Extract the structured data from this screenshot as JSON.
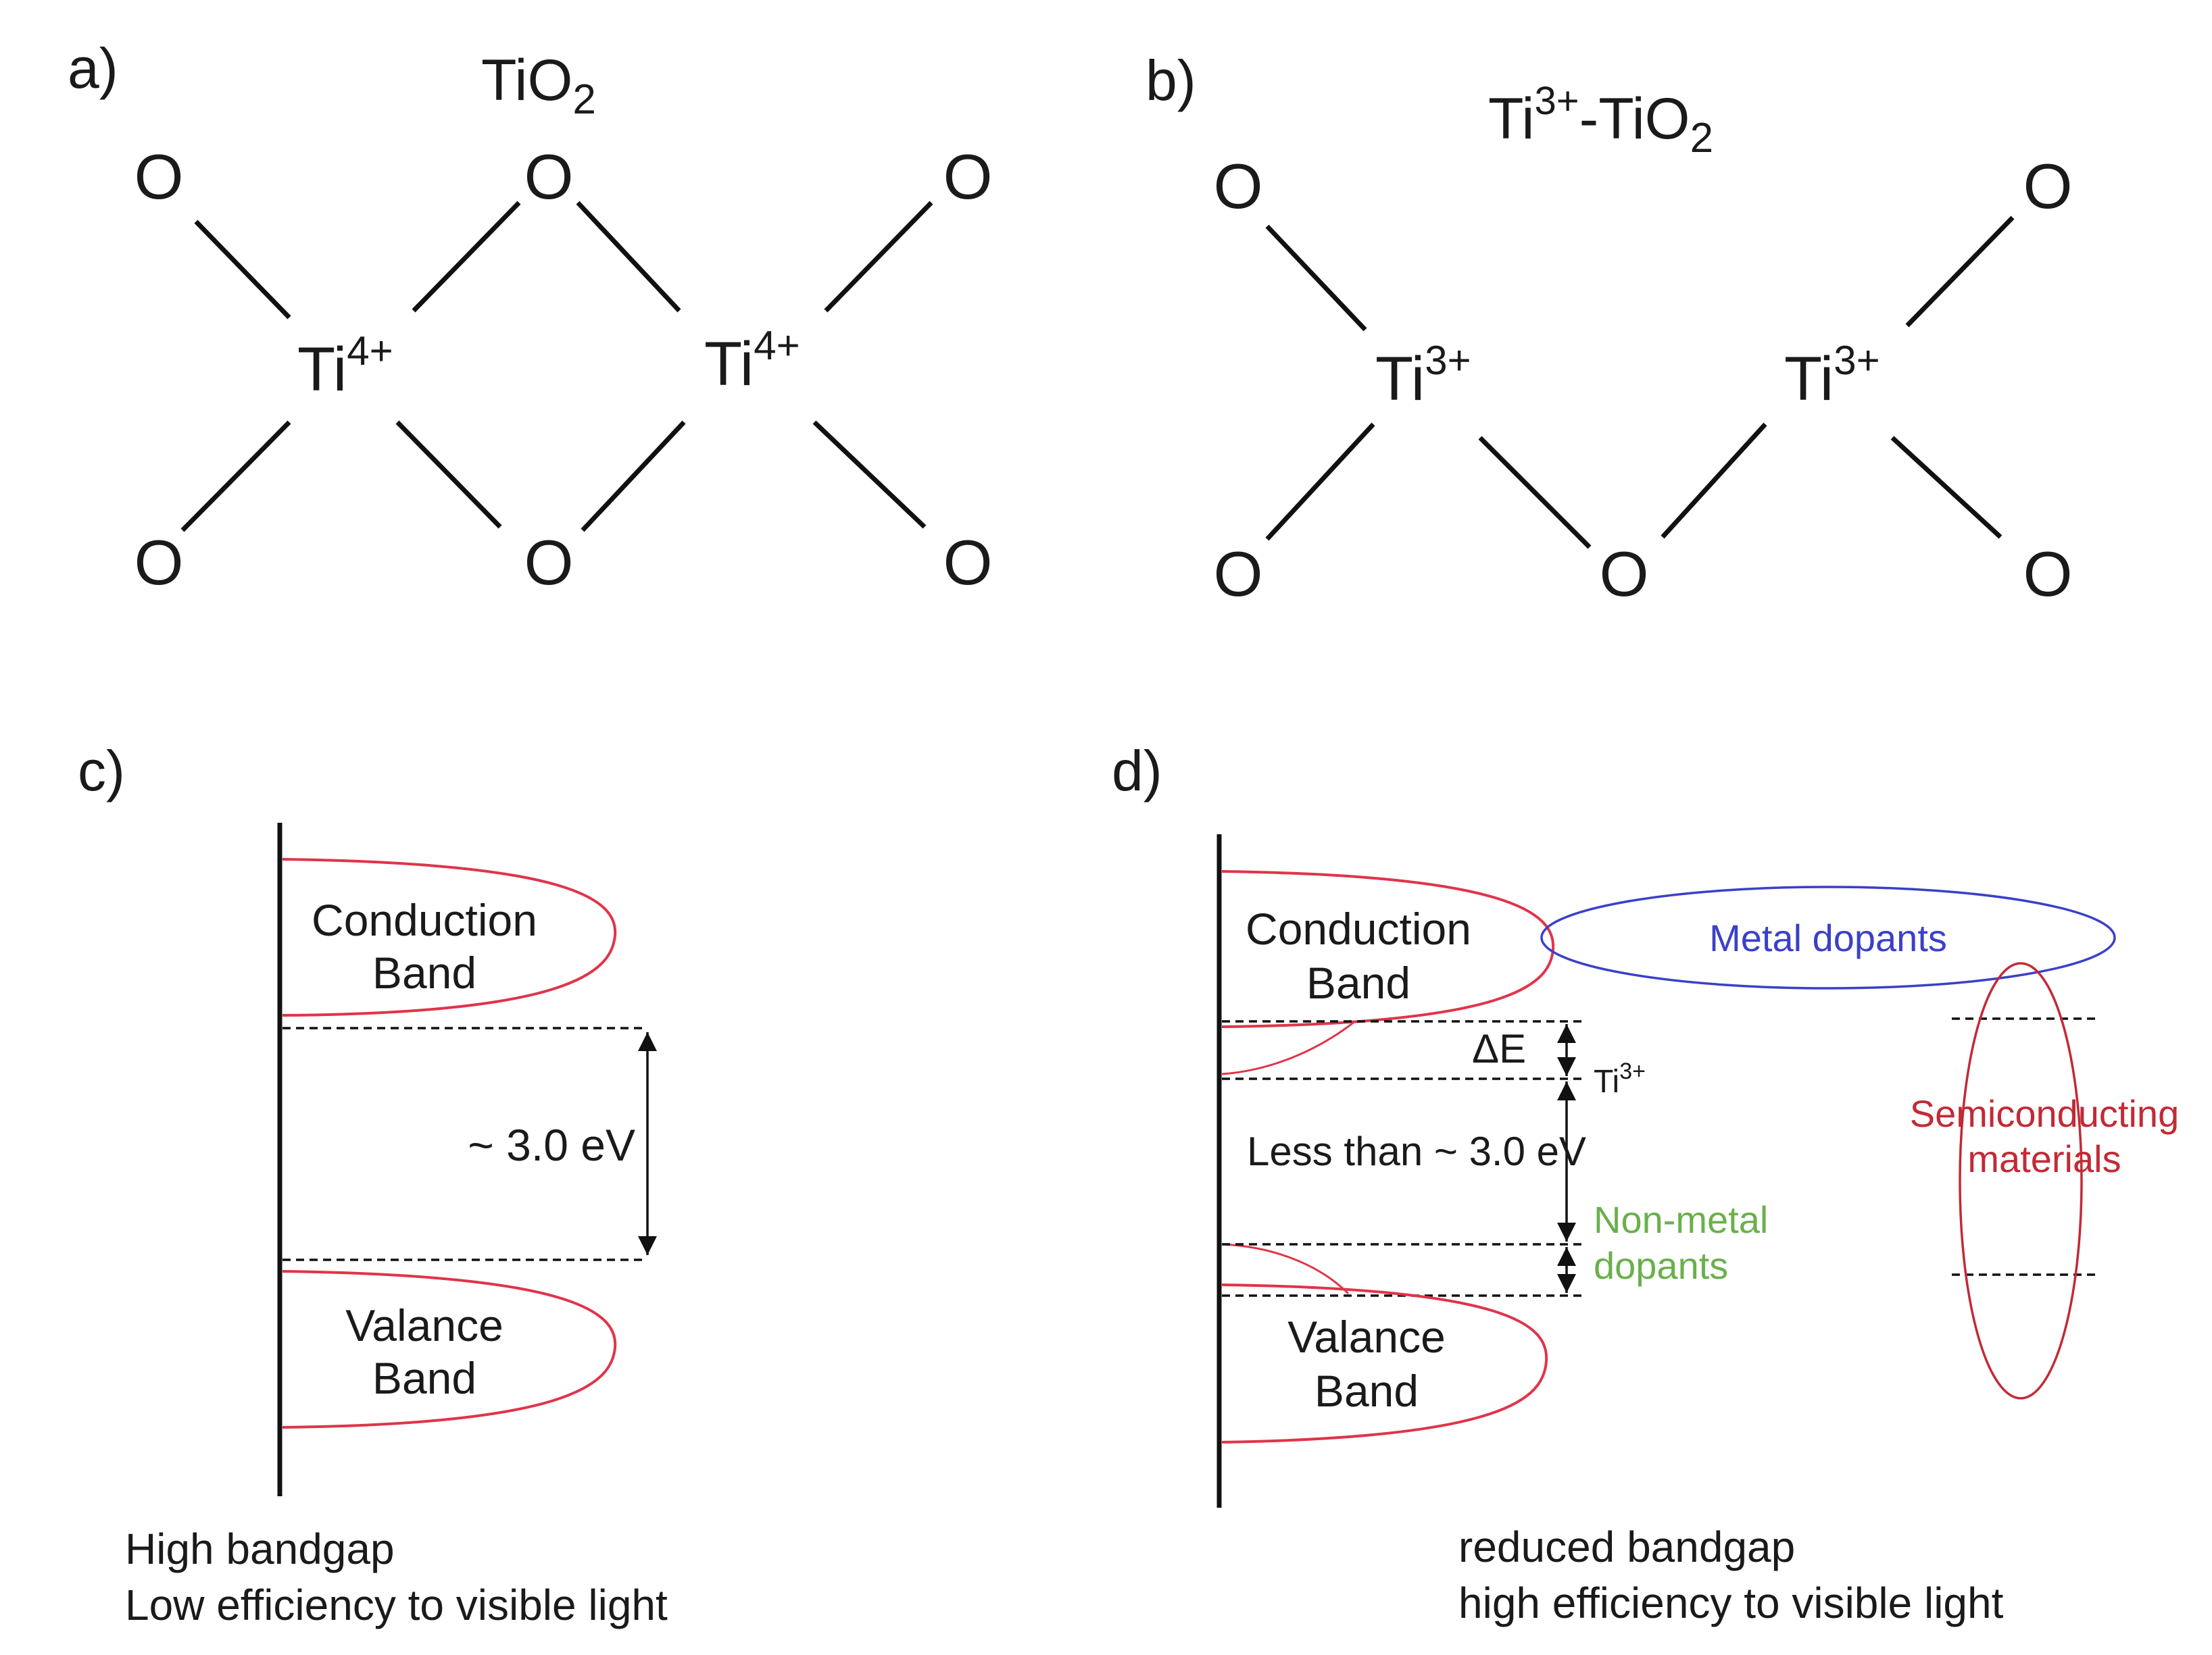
{
  "panels": {
    "a": {
      "label": "a)",
      "title": {
        "base": "TiO",
        "sub": "2"
      },
      "ti": [
        {
          "sym": "Ti",
          "charge": "4+"
        },
        {
          "sym": "Ti",
          "charge": "4+"
        }
      ],
      "oxygen": [
        "O",
        "O",
        "O",
        "O",
        "O",
        "O"
      ]
    },
    "b": {
      "label": "b)",
      "title": {
        "pre": "Ti",
        "sup": "3+",
        "mid": "-TiO",
        "sub": "2"
      },
      "ti": [
        {
          "sym": "Ti",
          "charge": "3+"
        },
        {
          "sym": "Ti",
          "charge": "3+"
        }
      ],
      "oxygen": [
        "O",
        "O",
        "O",
        "O",
        "O"
      ]
    },
    "c": {
      "label": "c)",
      "conduction_band": [
        "Conduction",
        "Band"
      ],
      "valance_band": [
        "Valance",
        "Band"
      ],
      "gap": "~ 3.0 eV",
      "caption": [
        "High bandgap",
        "Low efficiency to visible light"
      ]
    },
    "d": {
      "label": "d)",
      "conduction_band": [
        "Conduction",
        "Band"
      ],
      "valance_band": [
        "Valance",
        "Band"
      ],
      "delta_e": "ΔE",
      "ti3_level": {
        "sym": "Ti",
        "charge": "3+"
      },
      "gap": "Less than ~ 3.0 eV",
      "non_metal": [
        "Non-metal",
        "dopants"
      ],
      "metal": "Metal dopants",
      "semiconducting": [
        "Semiconducting",
        "materials"
      ],
      "caption": [
        "reduced bandgap",
        "high efficiency to visible light"
      ]
    }
  },
  "colors": {
    "band_outline": "#e0344a",
    "metal_dopants": "#3b40c9",
    "non_metal_dopants": "#6ab04c",
    "semiconducting_materials": "#c22a36"
  }
}
